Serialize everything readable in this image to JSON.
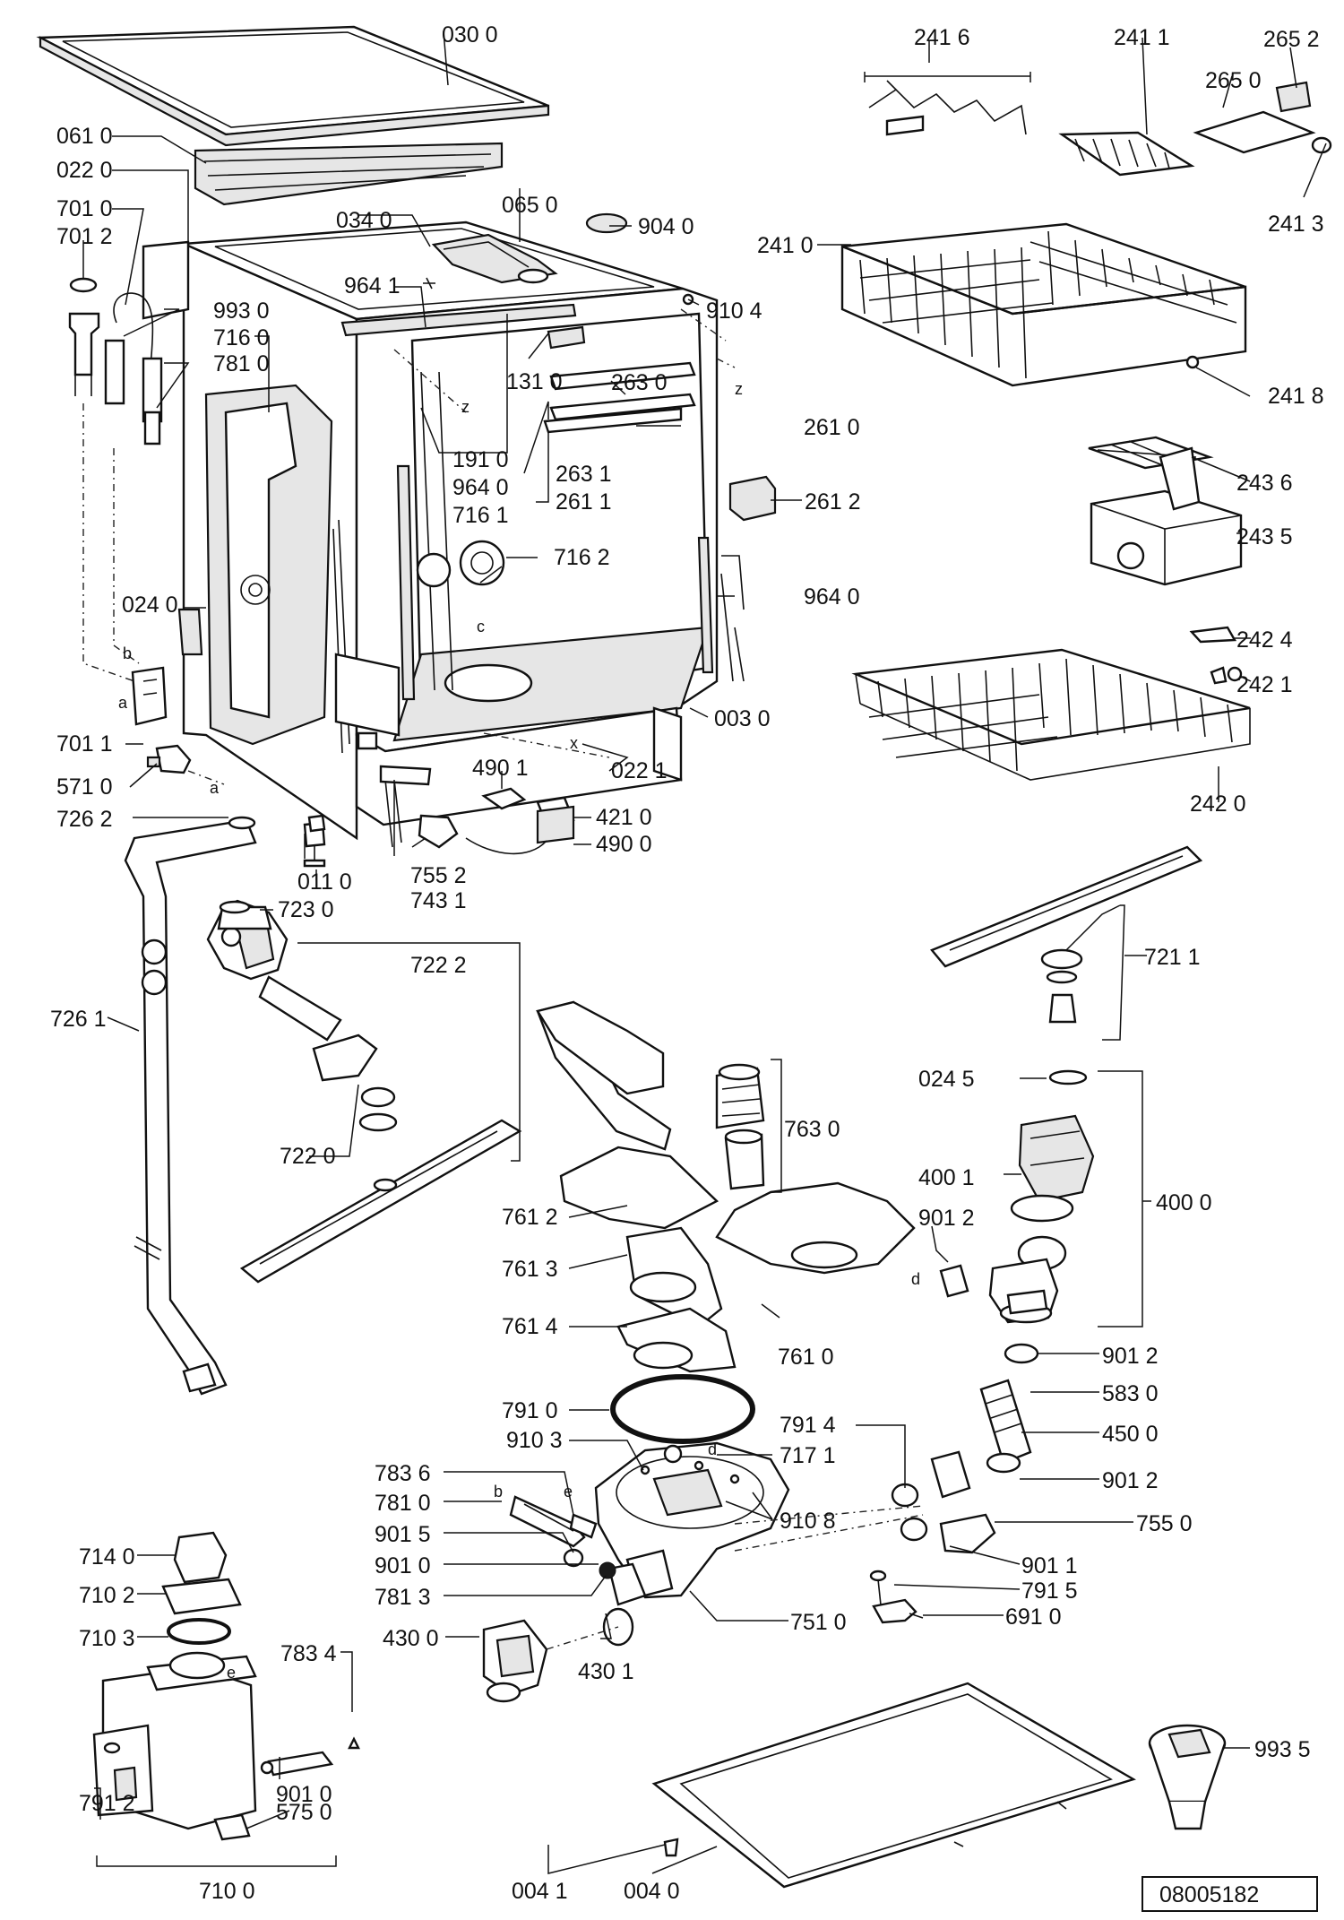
{
  "doc_number": "08005182",
  "labels": {
    "l030_0": "030 0",
    "l061_0": "061 0",
    "l022_0": "022 0",
    "l701_0": "701 0",
    "l701_2": "701 2",
    "l034_0": "034 0",
    "l065_0": "065 0",
    "l904_0": "904 0",
    "l964_1": "964 1",
    "l910_4": "910 4",
    "l993_0": "993 0",
    "l716_0": "716 0",
    "l781_0a": "781 0",
    "l131_0": "131 0",
    "l263_0": "263 0",
    "l261_0": "261 0",
    "l191_0": "191 0",
    "l964_0a": "964 0",
    "l263_1": "263 1",
    "l261_1": "261 1",
    "l261_2": "261 2",
    "l716_1": "716 1",
    "l716_2": "716 2",
    "l964_0b": "964 0",
    "l024_0": "024 0",
    "l003_0": "003 0",
    "l701_1": "701 1",
    "l571_0": "571 0",
    "l490_1": "490 1",
    "l022_1": "022 1",
    "l726_2": "726 2",
    "l421_0": "421 0",
    "l490_0": "490 0",
    "l011_0": "011 0",
    "l755_2": "755 2",
    "l743_1": "743 1",
    "l723_0": "723 0",
    "l722_2": "722 2",
    "l726_1": "726 1",
    "l722_0": "722 0",
    "l241_6": "241 6",
    "l241_1": "241 1",
    "l265_2": "265 2",
    "l265_0": "265 0",
    "l241_3": "241 3",
    "l241_0": "241 0",
    "l241_8": "241 8",
    "l243_6": "243 6",
    "l243_5": "243 5",
    "l242_4": "242 4",
    "l242_1": "242 1",
    "l242_0": "242 0",
    "l721_1": "721 1",
    "l024_5": "024 5",
    "l400_1": "400 1",
    "l400_0": "400 0",
    "l901_2a": "901 2",
    "l763_0": "763 0",
    "l761_2": "761 2",
    "l761_3": "761 3",
    "l761_4": "761 4",
    "l761_0": "761 0",
    "l791_0": "791 0",
    "l901_2b": "901 2",
    "l583_0": "583 0",
    "l450_0": "450 0",
    "l901_2c": "901 2",
    "l791_4": "791 4",
    "l910_3": "910 3",
    "l717_1": "717 1",
    "l910_8": "910 8",
    "l783_6": "783 6",
    "l781_0b": "781 0",
    "l901_5": "901 5",
    "l901_0a": "901 0",
    "l781_3": "781 3",
    "l755_0": "755 0",
    "l901_1": "901 1",
    "l791_5": "791 5",
    "l751_0": "751 0",
    "l691_0": "691 0",
    "l714_0": "714 0",
    "l710_2": "710 2",
    "l710_3": "710 3",
    "l783_4": "783 4",
    "l430_0": "430 0",
    "l430_1": "430 1",
    "l901_0b": "901 0",
    "l791_2": "791 2",
    "l575_0": "575 0",
    "l710_0": "710 0",
    "l993_5": "993 5",
    "l004_1": "004 1",
    "l004_0": "004 0"
  },
  "marks": {
    "z1": "z",
    "z2": "z",
    "x1": "x",
    "c1": "c",
    "b1": "b",
    "a1": "a",
    "a2": "a",
    "d1": "d",
    "d2": "d",
    "b2": "b",
    "e1": "e",
    "e2": "e"
  }
}
